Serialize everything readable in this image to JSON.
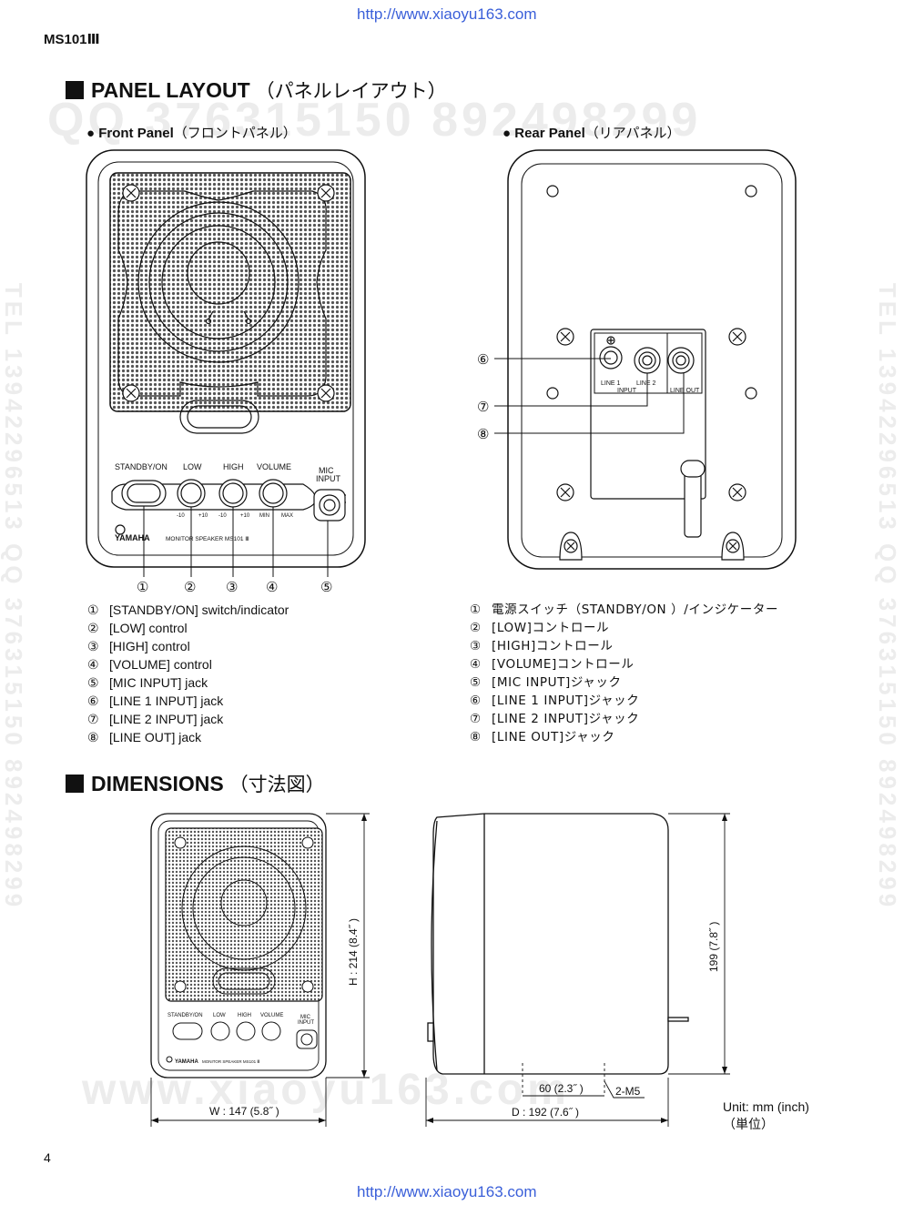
{
  "header": {
    "url_top": "http://www.xiaoyu163.com",
    "model": "MS101Ⅲ"
  },
  "panel_layout": {
    "title": "PANEL LAYOUT",
    "title_jp": "（パネルレイアウト）",
    "front_panel": {
      "title": "Front Panel",
      "title_jp": "（フロントパネル）",
      "labels": {
        "standby": "STANDBY/ON",
        "low": "LOW",
        "high": "HIGH",
        "volume": "VOLUME",
        "mic": "MIC",
        "input": "INPUT",
        "minus10": "-10",
        "plus10": "+10",
        "min": "MIN",
        "max": "MAX",
        "brand": "YAMAHA",
        "model_caption": "MONITOR SPEAKER MS101 Ⅲ"
      },
      "callouts": [
        "①",
        "②",
        "③",
        "④",
        "⑤"
      ]
    },
    "rear_panel": {
      "title": "Rear Panel",
      "title_jp": "（リアパネル）",
      "labels": {
        "line1": "LINE 1",
        "line2": "LINE 2",
        "input": "INPUT",
        "line_out": "LINE OUT"
      },
      "callouts": [
        "⑥",
        "⑦",
        "⑧"
      ]
    },
    "items_en": [
      {
        "num": "①",
        "text": "[STANDBY/ON] switch/indicator"
      },
      {
        "num": "②",
        "text": "[LOW] control"
      },
      {
        "num": "③",
        "text": "[HIGH] control"
      },
      {
        "num": "④",
        "text": "[VOLUME] control"
      },
      {
        "num": "⑤",
        "text": "[MIC INPUT] jack"
      },
      {
        "num": "⑥",
        "text": "[LINE 1 INPUT] jack"
      },
      {
        "num": "⑦",
        "text": "[LINE 2 INPUT] jack"
      },
      {
        "num": "⑧",
        "text": "[LINE OUT] jack"
      }
    ],
    "items_jp": [
      {
        "num": "①",
        "text": "電源スイッチ（STANDBY/ON ）/インジケーター"
      },
      {
        "num": "②",
        "text": "[LOW]コントロール"
      },
      {
        "num": "③",
        "text": "[HIGH]コントロール"
      },
      {
        "num": "④",
        "text": "[VOLUME]コントロール"
      },
      {
        "num": "⑤",
        "text": "[MIC INPUT]ジャック"
      },
      {
        "num": "⑥",
        "text": "[LINE 1 INPUT]ジャック"
      },
      {
        "num": "⑦",
        "text": "[LINE 2 INPUT]ジャック"
      },
      {
        "num": "⑧",
        "text": "[LINE OUT]ジャック"
      }
    ]
  },
  "dimensions": {
    "title": "DIMENSIONS",
    "title_jp": "（寸法図）",
    "width_label": "W : 147 (5.8˝ )",
    "height_label": "H : 214 (8.4˝ )",
    "depth_label": "D : 192 (7.6˝ )",
    "side_height_label": "199 (7.8˝ )",
    "hole_spacing_label": "60 (2.3˝ )",
    "screw_label": "2-M5",
    "unit": "Unit: mm (inch)",
    "unit_jp": "（単位）"
  },
  "footer": {
    "page_number": "4",
    "url_bottom": "http://www.xiaoyu163.com"
  },
  "watermarks": {
    "qq_line": "QQ 376315150   892498299",
    "tel_line": "TEL 13942296513  QQ 376315150  892498299",
    "www_line": "www.xiaoyu163.com"
  },
  "colors": {
    "url": "#3a5fd9",
    "ink": "#111111",
    "watermark": "#ececec"
  }
}
